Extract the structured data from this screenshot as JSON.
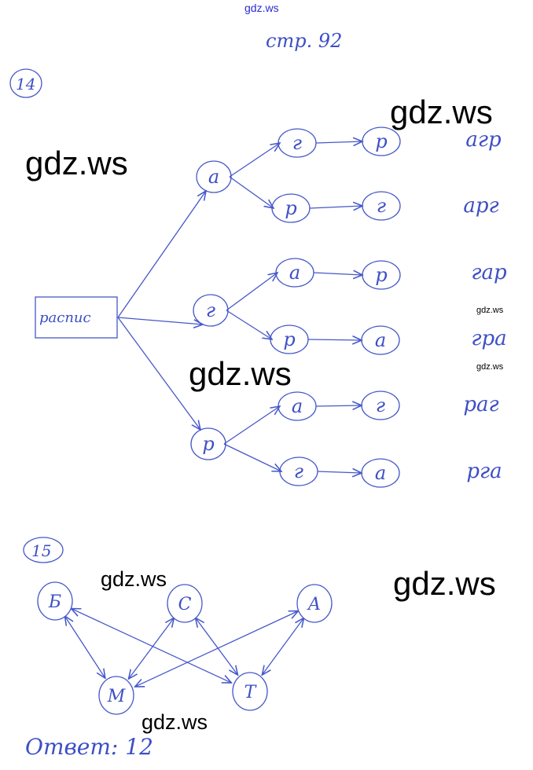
{
  "header": {
    "site": "gdz.ws",
    "page_label": "стр. 92"
  },
  "task14": {
    "number": "14",
    "root": "распис",
    "level1": [
      "а",
      "г",
      "р"
    ],
    "level2": [
      "г",
      "р",
      "а",
      "р",
      "а",
      "г"
    ],
    "level3": [
      "р",
      "г",
      "р",
      "а",
      "г",
      "а"
    ],
    "results": [
      "агр",
      "арг",
      "гар",
      "гра",
      "раг",
      "рга"
    ]
  },
  "task15": {
    "number": "15",
    "nodes": [
      "Б",
      "С",
      "А",
      "М",
      "Т"
    ],
    "answer": "Ответ: 12"
  },
  "watermarks": [
    "gdz.ws",
    "gdz.ws",
    "gdz.ws",
    "gdz.ws",
    "gdz.ws",
    "gdz.ws",
    "gdz.ws",
    "gdz.ws"
  ]
}
